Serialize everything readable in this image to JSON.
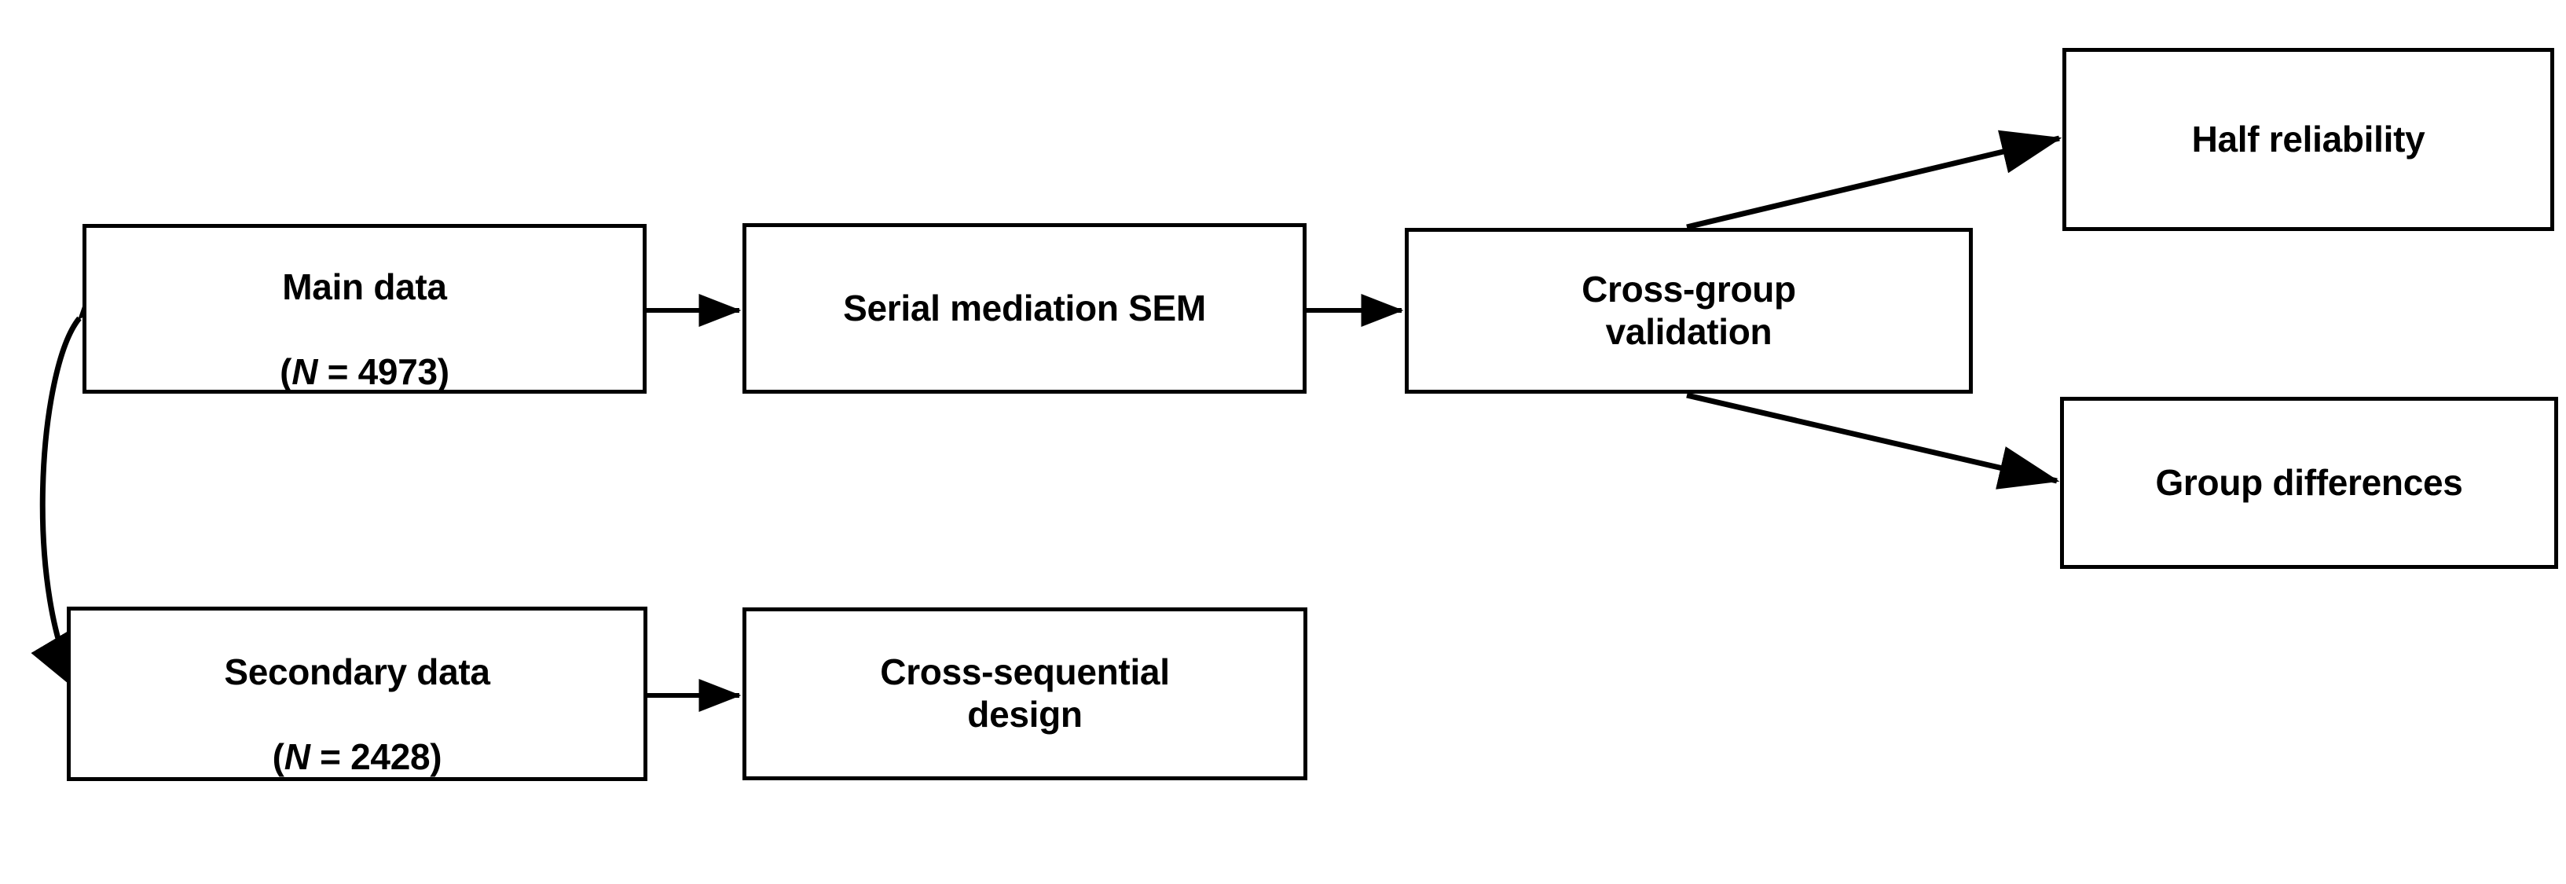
{
  "diagram": {
    "title": "Study design flowchart",
    "background_color": "#ffffff",
    "line_color": "#000000",
    "text_color": "#000000",
    "nodes": [
      {
        "id": "main-data",
        "label": "Main data\n(N = 4973)",
        "line1": "Main data",
        "prefix": "(",
        "nsym": "N",
        "suffix": " = 4973)",
        "sample_size": 4973
      },
      {
        "id": "secondary-data",
        "label": "Secondary data\n(N = 2428)",
        "line1": "Secondary data",
        "prefix": "(",
        "nsym": "N",
        "suffix": " = 2428)",
        "sample_size": 2428
      },
      {
        "id": "serial-mediation",
        "label": "Serial mediation SEM"
      },
      {
        "id": "cross-sequential",
        "label": "Cross-sequential\ndesign"
      },
      {
        "id": "cross-group",
        "label": "Cross-group\nvalidation"
      },
      {
        "id": "half-reliability",
        "label": "Half reliability"
      },
      {
        "id": "group-differences",
        "label": "Group differences"
      }
    ],
    "edges": [
      {
        "id": "main-to-serial",
        "from": "main-data",
        "to": "serial-mediation",
        "style": "straight-arrow",
        "label": ""
      },
      {
        "id": "serial-to-crossgroup",
        "from": "serial-mediation",
        "to": "cross-group",
        "style": "straight-arrow",
        "label": ""
      },
      {
        "id": "crossgroup-to-halfreliability",
        "from": "cross-group",
        "to": "half-reliability",
        "style": "diagonal-arrow",
        "label": ""
      },
      {
        "id": "crossgroup-to-groupdifferences",
        "from": "cross-group",
        "to": "group-differences",
        "style": "diagonal-arrow",
        "label": ""
      },
      {
        "id": "secondary-to-crosssequential",
        "from": "secondary-data",
        "to": "cross-sequential",
        "style": "straight-arrow",
        "label": ""
      },
      {
        "id": "main-secondary-link",
        "from": "main-data",
        "to": "secondary-data",
        "style": "curved-double-arrow",
        "label": ""
      }
    ]
  }
}
